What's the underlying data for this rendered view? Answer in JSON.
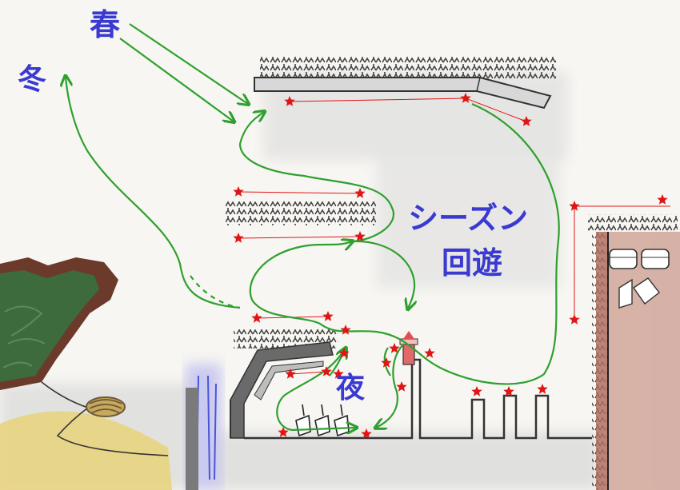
{
  "labels": {
    "spring": "春",
    "winter": "冬",
    "season_migration_line1": "シーズン",
    "season_migration_line2": "回遊",
    "night": "夜"
  },
  "colors": {
    "label_blue": "#3a3ad0",
    "route_green": "#2ea02e",
    "marker_red": "#e01515",
    "wall_gray": "#8a8a8a",
    "tetrapod": "#4a4a4a",
    "land_green": "#3d6b3d",
    "land_brown": "#6b3a2a",
    "sand": "#e8d27a",
    "water_blue": "#4a55d8",
    "building": "#b07060"
  },
  "icons": [
    "tetrapod-row-icon",
    "lighthouse-icon",
    "boat-icon",
    "rope-coil-icon",
    "storage-tank-icon",
    "star-marker-icon"
  ]
}
